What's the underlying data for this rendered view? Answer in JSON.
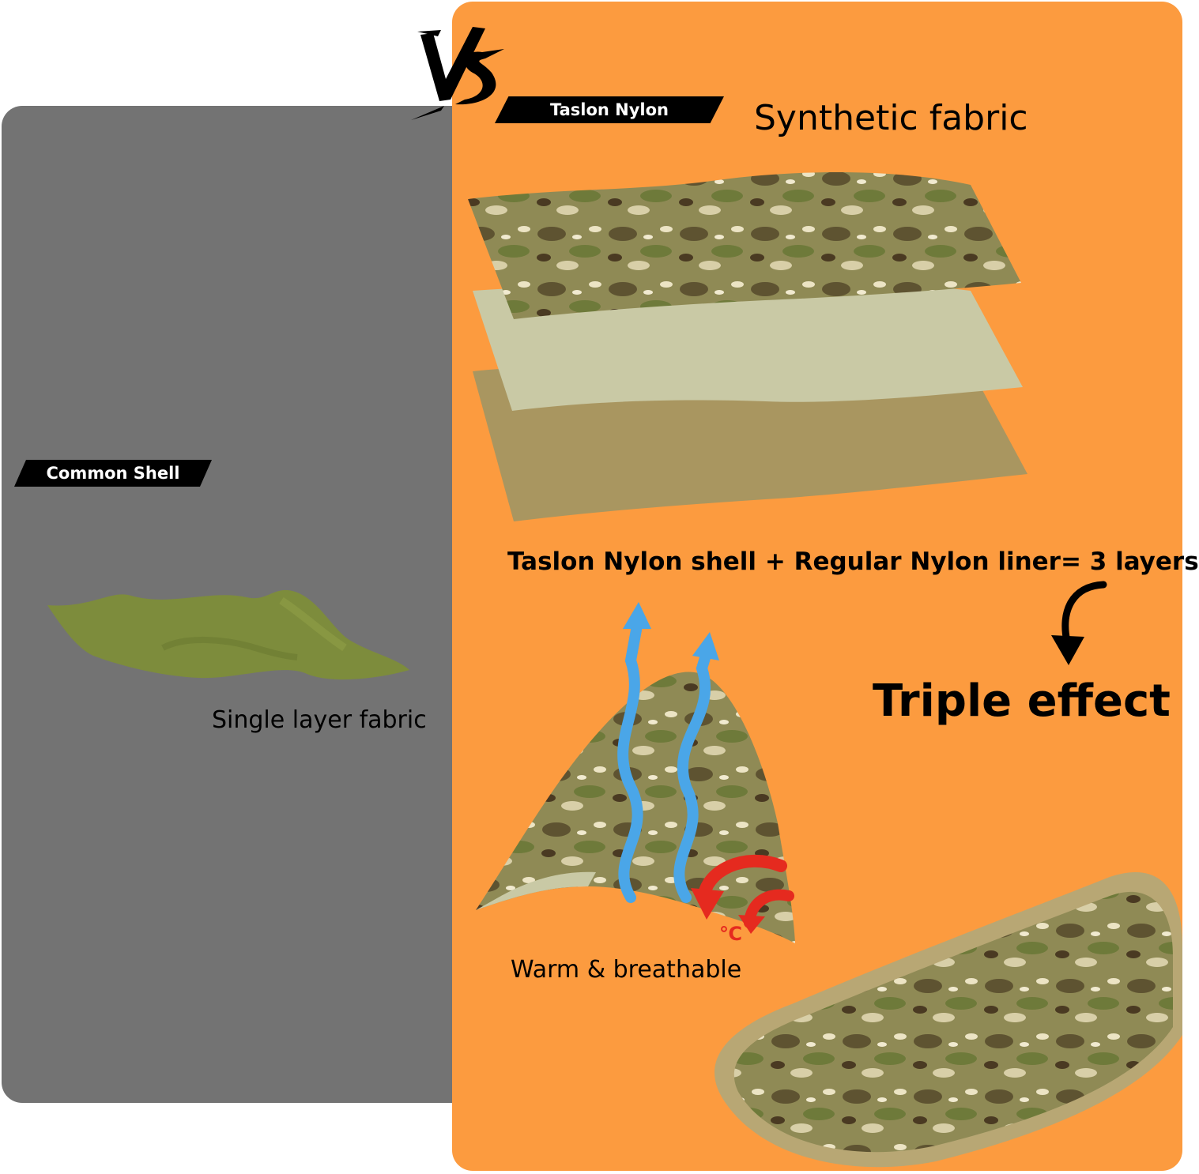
{
  "vs_text": "VS",
  "left": {
    "tag": "Common Shell",
    "caption": "Single layer fabric",
    "colors": {
      "panel": "#737373",
      "fabric": "#7d8c3c"
    }
  },
  "right": {
    "tag": "Taslon Nylon",
    "heading": "Synthetic fabric",
    "layers_caption": "Taslon Nylon shell + Regular Nylon liner= 3 layers",
    "effect_heading": "Triple effect",
    "temperature_unit": "℃",
    "warm_caption": "Warm & breathable",
    "colors": {
      "panel": "#fc9b3f",
      "camo_base": "#8f8a55",
      "layer_mid": "#c9c9a5",
      "layer_bottom": "#a99660"
    }
  },
  "icons": [
    "vs-mark",
    "curved-arrow-icon",
    "airflow-arrow-icon",
    "heat-arrow-icon"
  ]
}
